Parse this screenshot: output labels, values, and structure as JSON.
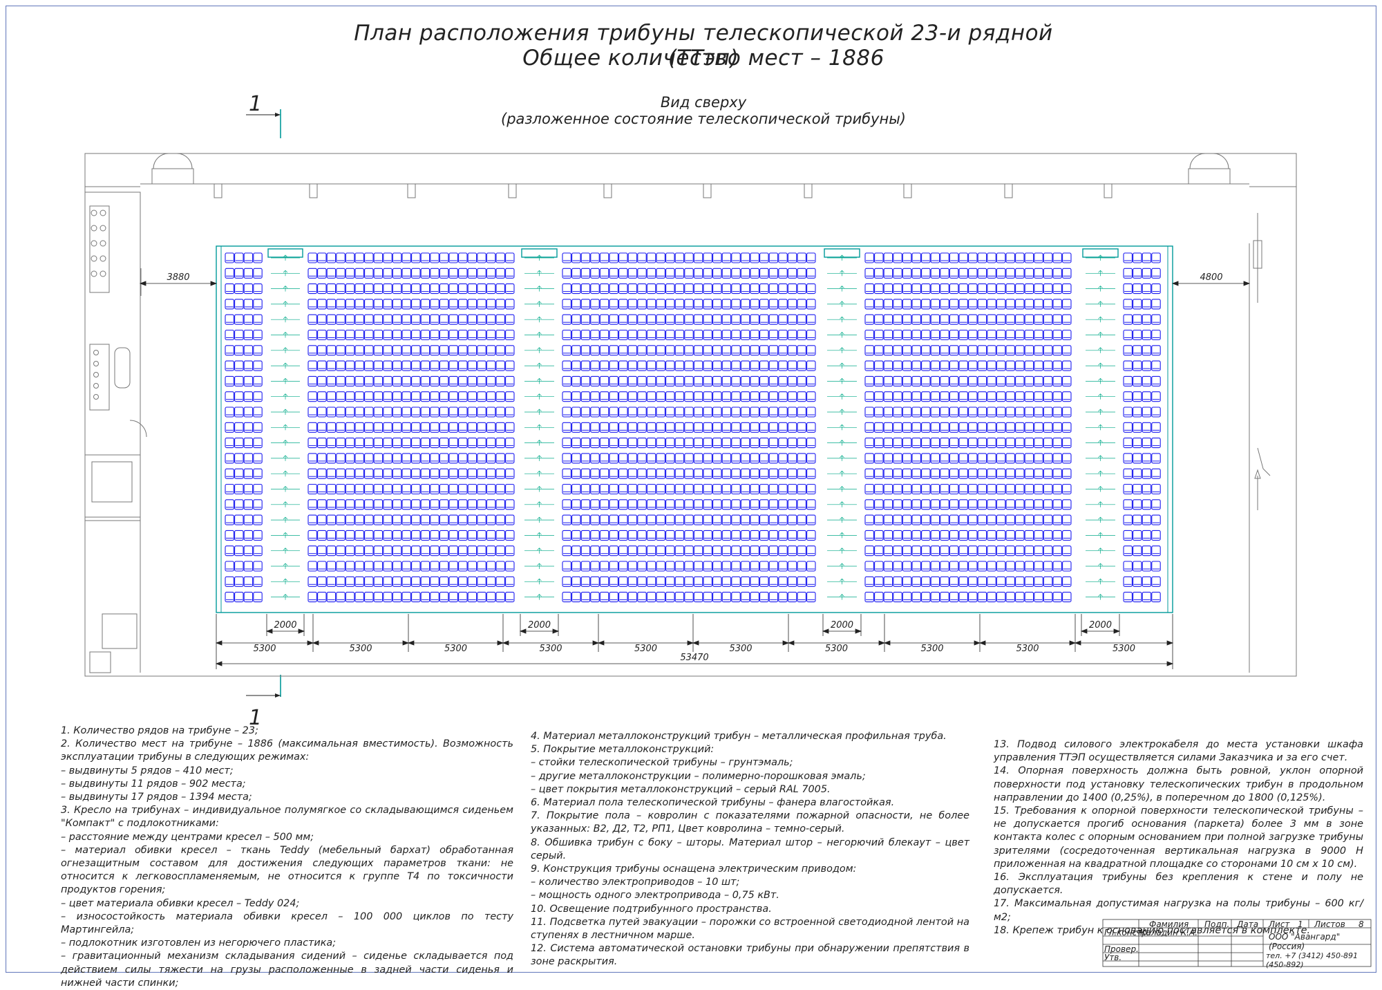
{
  "drawing": {
    "title_line1": "План расположения трибуны телескопической 23-и рядной (ТТэп)",
    "title_line2": "Общее количество мест – 1886",
    "view_title": "Вид сверху",
    "view_subtitle": "(разложенное состояние телескопической трибуны)",
    "section_mark_top": "1",
    "section_mark_bottom": "1",
    "row_count": 23,
    "seat_color": "#1a1af0",
    "structure_color": "#009999",
    "aisle_color": "#00aa88",
    "dimensions": {
      "left_gap": "3880",
      "right_gap": "4800",
      "aisle_widths": [
        "2000",
        "2000",
        "2000",
        "2000"
      ],
      "block_widths": [
        "5300",
        "5300",
        "5300",
        "5300",
        "5300",
        "5300",
        "5300",
        "5300",
        "5300",
        "5300"
      ],
      "total_length": "53470"
    }
  },
  "notes_col1": [
    "1. Количество рядов на трибуне – 23;",
    "2. Количество мест на трибуне – 1886 (максимальная вместимость). Возможность эксплуатации трибуны в следующих режимах:",
    "– выдвинуты 5 рядов – 410 мест;",
    "– выдвинуты 11 рядов – 902 места;",
    "– выдвинуты 17 рядов – 1394 места;",
    "3. Кресло на трибунах – индивидуальное полумягкое со складывающимся сиденьем \"Компакт\" с подлокотниками:",
    "– расстояние между центрами кресел – 500 мм;",
    "– материал обивки кресел – ткань Teddy (мебельный бархат) обработанная огнезащитным составом для достижения следующих параметров ткани: не относится к легковоспламеняемым, не относится к группе Т4 по токсичности продуктов горения;",
    "– цвет материала обивки кресел – Teddy 024;",
    "– износостойкость материала обивки кресел – 100 000 циклов по тесту Мартингейла;",
    "– подлокотник изготовлен из негорючего пластика;",
    "– гравитационный механизм складывания сидений – сиденье складывается под действием силы тяжести на грузы расположенные в задней части сиденья и нижней части спинки;"
  ],
  "notes_col2": [
    "4. Материал металлоконструкций трибун – металлическая профильная труба.",
    "5. Покрытие металлоконструкций:",
    "– стойки телескопической трибуны – грунтэмаль;",
    "– другие металлоконструкции – полимерно-порошковая эмаль;",
    "– цвет покрытия металлоконструкций – серый RAL 7005.",
    "6. Материал пола телескопической трибуны – фанера влагостойкая.",
    "7. Покрытие пола – ковролин с показателями пожарной опасности, не более указанных: В2, Д2, Т2, РП1, Цвет ковролина – темно-серый.",
    "8. Обшивка трибун с боку – шторы. Материал штор – негорючий блекаут – цвет серый.",
    "9. Конструкция трибуны оснащена электрическим приводом:",
    "– количество электроприводов – 10 шт;",
    "– мощность одного электропривода – 0,75 кВт.",
    "10. Освещение подтрибунного пространства.",
    "11. Подсветка путей эвакуации – порожки со встроенной светодиодной лентой на ступенях в лестничном марше.",
    "12. Система автоматической остановки трибуны при обнаружении препятствия в зоне раскрытия."
  ],
  "notes_col3": [
    "13. Подвод силового электрокабеля до места установки шкафа управления ТТЭП осуществляется силами Заказчика и за его счет.",
    "14. Опорная поверхность должна быть ровной, уклон опорной поверхности под установку телескопических трибун в продольном направлении до 1400 (0,25%), в поперечном до 1800 (0,125%).",
    "15. Требования к опорной поверхности телескопической трибуны – не допускается прогиб основания (паркета) более 3 мм в зоне контакта колес с опорным основанием при полной загрузке трибуны зрителями (сосредоточенная вертикальная нагрузка в 9000 Н приложенная на квадратной площадке со сторонами 10 см х 10 см).",
    "16. Эксплуатация трибуны без крепления к стене и полу не допускается.",
    "17. Максимальная допустимая нагрузка на полы трибуны – 600 кг/м2;",
    "18. Крепеж трибун к основанию поставляется в комплекте."
  ],
  "title_block": {
    "col_surname": "Фамилия",
    "col_sign": "Подп.",
    "col_date": "Дата",
    "role_chief": "Гл.констр.",
    "chief_name": "Каладин К.А.",
    "role_check": "Провер.",
    "role_approve": "Утв.",
    "sheet_label": "Лист",
    "sheet_no": "1",
    "sheets_label": "Листов",
    "sheets_total": "8",
    "company": "ООО \"Авангард\" (Россия)",
    "phone": "тел. +7 (3412) 450-891 (450-892)"
  }
}
